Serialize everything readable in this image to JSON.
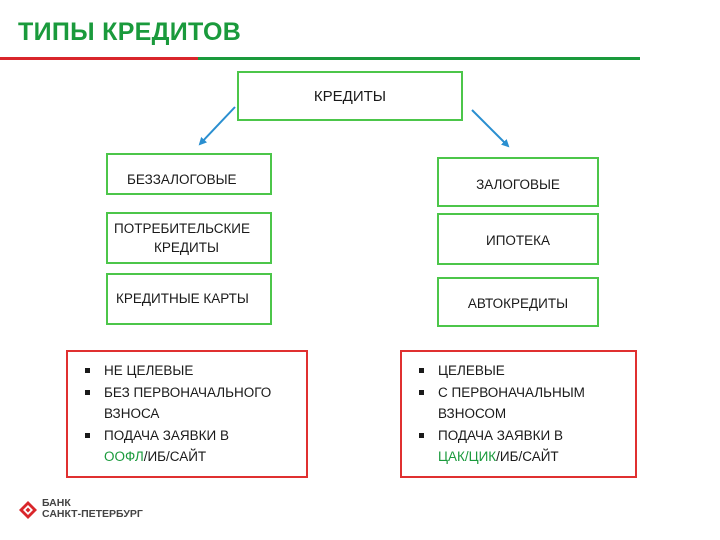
{
  "title": "ТИПЫ КРЕДИТОВ",
  "colors": {
    "accent_green": "#1a9a3c",
    "accent_red": "#d9262b",
    "box_border": "#4cc64a",
    "red_box_border": "#e03030",
    "arrow": "#2a8fd0"
  },
  "diagram": {
    "root": "КРЕДИТЫ",
    "left": {
      "header": "БЕЗЗАЛОГОВЫЕ",
      "items": [
        "ПОТРЕБИТЕЛЬСКИЕ",
        "КРЕДИТЫ",
        "КРЕДИТНЫЕ КАРТЫ"
      ],
      "features": {
        "b1": "НЕ ЦЕЛЕВЫЕ",
        "b2a": "БЕЗ ПЕРВОНАЧАЛЬНОГО",
        "b2b": "ВЗНОСА",
        "b3a": "ПОДАЧА ЗАЯВКИ В",
        "b3hl": "ООФЛ",
        "b3rest": "/ИБ/САЙТ"
      }
    },
    "right": {
      "header": "ЗАЛОГОВЫЕ",
      "items": [
        "ИПОТЕКА",
        "АВТОКРЕДИТЫ"
      ],
      "features": {
        "b1": "ЦЕЛЕВЫЕ",
        "b2a": "С ПЕРВОНАЧАЛЬНЫМ",
        "b2b": "ВЗНОСОМ",
        "b3a": "ПОДАЧА ЗАЯВКИ В",
        "b3hl": "ЦАК/ЦИК",
        "b3rest": "/ИБ/САЙТ"
      }
    }
  },
  "logo": {
    "line1": "БАНК",
    "line2": "САНКТ-ПЕТЕРБУРГ",
    "icon": "bank-logo-icon"
  }
}
